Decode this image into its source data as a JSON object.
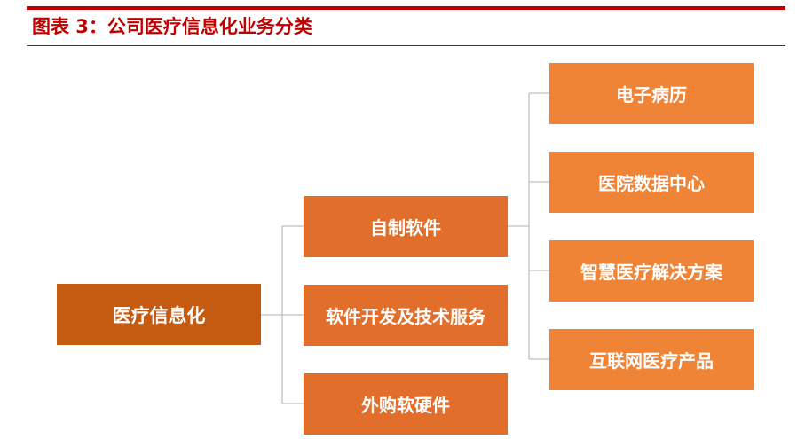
{
  "header": {
    "title": "图表 3：公司医疗信息化业务分类",
    "accent_color": "#c00000"
  },
  "diagram": {
    "root": {
      "label": "医疗信息化",
      "color": "#c55a11"
    },
    "categories": [
      {
        "label": "自制软件",
        "color": "#e26e2b"
      },
      {
        "label": "软件开发及技术服务",
        "color": "#e26e2b"
      },
      {
        "label": "外购软硬件",
        "color": "#e26e2b"
      }
    ],
    "products": [
      {
        "label": "电子病历",
        "color": "#ef8437"
      },
      {
        "label": "医院数据中心",
        "color": "#ef8437"
      },
      {
        "label": "智慧医疗解决方案",
        "color": "#ef8437"
      },
      {
        "label": "互联网医疗产品",
        "color": "#ef8437"
      }
    ],
    "connector_color": "#bfbfbf"
  }
}
